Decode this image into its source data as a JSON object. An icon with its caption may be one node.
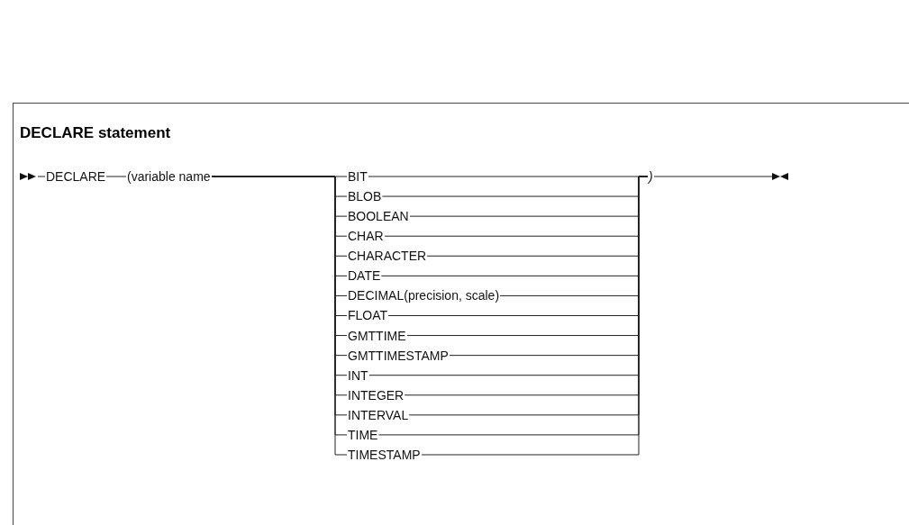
{
  "diagram": {
    "title": "DECLARE statement",
    "nodes": [
      {
        "text": [
          "DECLARE"
        ]
      },
      {
        "text": [
          "(variable name"
        ]
      },
      {
        "text": [
          "BIT"
        ]
      },
      {
        "text": [
          "BLOB"
        ]
      },
      {
        "text": [
          "BOOLEAN"
        ]
      },
      {
        "text": [
          "CHAR"
        ]
      },
      {
        "text": [
          "CHARACTER"
        ]
      },
      {
        "text": [
          "DATE"
        ]
      },
      {
        "text": [
          "DECIMAL(precision, scale)"
        ]
      },
      {
        "text": [
          "FLOAT"
        ]
      },
      {
        "text": [
          "GMTTIME"
        ]
      },
      {
        "text": [
          "GMTTIMESTAMP"
        ]
      },
      {
        "text": [
          "INT"
        ]
      },
      {
        "text": [
          "INTEGER"
        ]
      },
      {
        "text": [
          "INTERVAL"
        ]
      },
      {
        "text": [
          "TIME"
        ]
      },
      {
        "text": [
          "TIMESTAMP"
        ]
      },
      {
        "text": [
          ")"
        ]
      }
    ],
    "edges": [
      {
        "from": null,
        "to": 0,
        "arrow": "none"
      },
      {
        "from": 0,
        "to": 1,
        "arrow": "none"
      },
      {
        "from": 1,
        "to": 2,
        "arrow": "none"
      },
      {
        "from": 1,
        "to": 3,
        "arrow": "none"
      },
      {
        "from": 1,
        "to": 4,
        "arrow": "none"
      },
      {
        "from": 1,
        "to": 5,
        "arrow": "none"
      },
      {
        "from": 1,
        "to": 6,
        "arrow": "none"
      },
      {
        "from": 1,
        "to": 7,
        "arrow": "none"
      },
      {
        "from": 1,
        "to": 8,
        "arrow": "none"
      },
      {
        "from": 1,
        "to": 9,
        "arrow": "none"
      },
      {
        "from": 1,
        "to": 10,
        "arrow": "none"
      },
      {
        "from": 1,
        "to": 11,
        "arrow": "none"
      },
      {
        "from": 1,
        "to": 12,
        "arrow": "none"
      },
      {
        "from": 1,
        "to": 13,
        "arrow": "none"
      },
      {
        "from": 1,
        "to": 14,
        "arrow": "none"
      },
      {
        "from": 1,
        "to": 15,
        "arrow": "none"
      },
      {
        "from": 1,
        "to": 16,
        "arrow": "none"
      },
      {
        "from": 2,
        "to": 17,
        "arrow": "none"
      },
      {
        "from": 3,
        "to": 17,
        "arrow": "none"
      },
      {
        "from": 4,
        "to": 17,
        "arrow": "none"
      },
      {
        "from": 5,
        "to": 17,
        "arrow": "none"
      },
      {
        "from": 6,
        "to": 17,
        "arrow": "none"
      },
      {
        "from": 7,
        "to": 17,
        "arrow": "none"
      },
      {
        "from": 8,
        "to": 17,
        "arrow": "none"
      },
      {
        "from": 9,
        "to": 17,
        "arrow": "none"
      },
      {
        "from": 10,
        "to": 17,
        "arrow": "none"
      },
      {
        "from": 11,
        "to": 17,
        "arrow": "none"
      },
      {
        "from": 12,
        "to": 17,
        "arrow": "none"
      },
      {
        "from": 13,
        "to": 17,
        "arrow": "none"
      },
      {
        "from": 14,
        "to": 17,
        "arrow": "none"
      },
      {
        "from": 15,
        "to": 17,
        "arrow": "none"
      },
      {
        "from": 16,
        "to": 17,
        "arrow": "none"
      },
      {
        "from": 17,
        "to": null,
        "arrow": "none"
      }
    ]
  }
}
